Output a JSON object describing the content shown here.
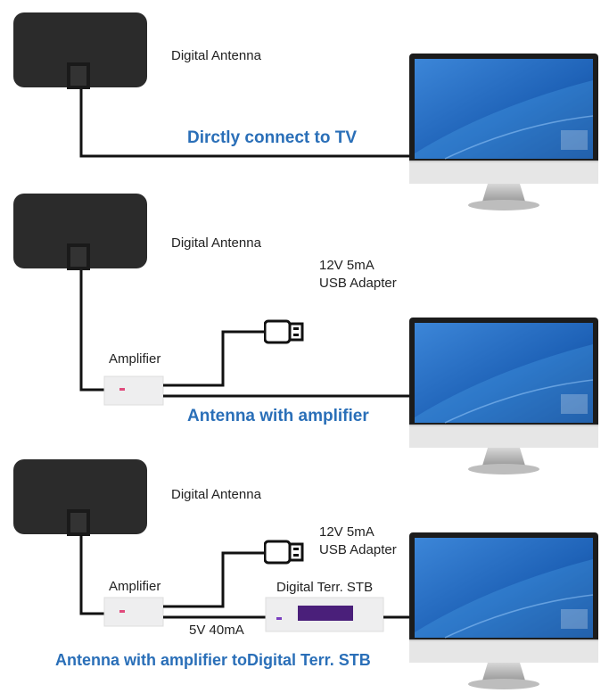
{
  "panels": [
    {
      "antenna_label": "Digital Antenna",
      "caption": "Dirctly connect to TV"
    },
    {
      "antenna_label": "Digital Antenna",
      "adapter_line1": "12V 5mA",
      "adapter_line2": "USB Adapter",
      "amplifier_label": "Amplifier",
      "caption": "Antenna with amplifier"
    },
    {
      "antenna_label": "Digital Antenna",
      "adapter_line1": "12V 5mA",
      "adapter_line2": "USB Adapter",
      "amplifier_label": "Amplifier",
      "stb_label": "Digital Terr. STB",
      "power_label": "5V 40mA",
      "caption": "Antenna with amplifier toDigital Terr. STB"
    }
  ],
  "colors": {
    "caption": "#2a6fb8",
    "antenna": "#2b2b2b",
    "cable": "#111111",
    "screen": "#1f63b8",
    "stb_display": "#4a1f7a"
  },
  "icons": [
    "flat-antenna-icon",
    "usb-plug-icon",
    "monitor-icon",
    "amplifier-box",
    "set-top-box"
  ]
}
